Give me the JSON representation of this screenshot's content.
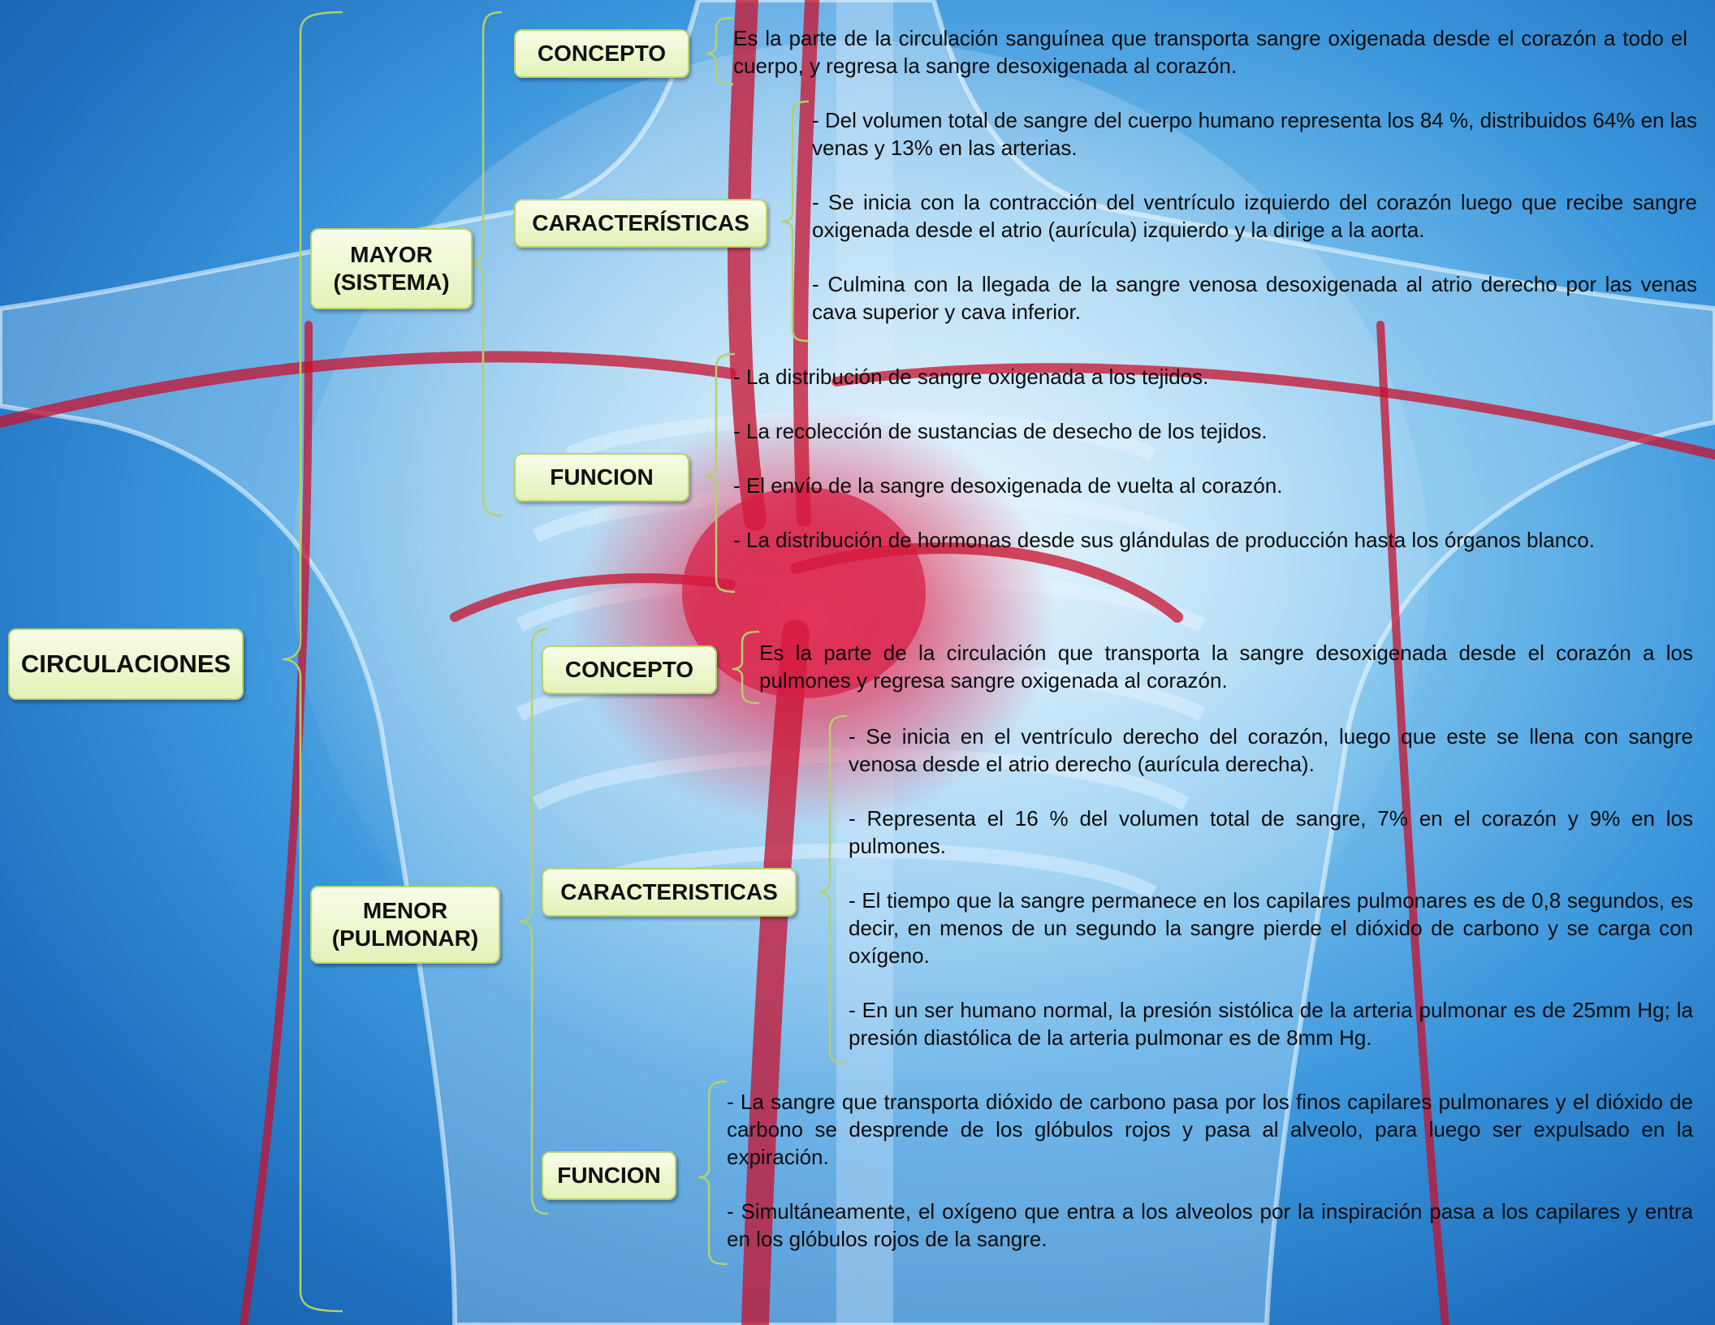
{
  "root": {
    "label": "CIRCULACIONES"
  },
  "mayor": {
    "label_line1": "MAYOR",
    "label_line2": "(SISTEMA)",
    "concepto": {
      "label": "CONCEPTO",
      "text": "Es la parte de la circulación sanguínea que transporta sangre oxigenada desde el corazón a todo el cuerpo, y regresa la sangre desoxigenada al corazón."
    },
    "caracteristicas": {
      "label": "CARACTERÍSTICAS",
      "items": [
        "- Del volumen total de sangre del cuerpo humano representa los 84 %, distribuidos 64% en las venas y 13% en las arterias.",
        "- Se inicia con la contracción del ventrículo izquierdo del corazón luego que recibe sangre oxigenada desde el atrio (aurícula) izquierdo y la dirige a la aorta.",
        "- Culmina con la llegada de la sangre venosa desoxigenada al atrio derecho por las venas cava superior y cava inferior."
      ]
    },
    "funcion": {
      "label": "FUNCION",
      "items": [
        "- La distribución de sangre oxigenada a los tejidos.",
        "- La recolección de sustancias de desecho de los tejidos.",
        "- El envío de la sangre desoxigenada de vuelta al corazón.",
        "- La distribución de hormonas desde sus glándulas de producción hasta los órganos blanco."
      ]
    }
  },
  "menor": {
    "label_line1": "MENOR",
    "label_line2": "(PULMONAR)",
    "concepto": {
      "label": "CONCEPTO",
      "text": "Es la parte de la circulación que transporta la sangre desoxigenada desde el corazón a los pulmones y regresa sangre oxigenada al corazón."
    },
    "caracteristicas": {
      "label": "CARACTERISTICAS",
      "items": [
        "- Se inicia en el ventrículo derecho del corazón, luego que este se llena con sangre venosa desde el atrio derecho (aurícula derecha).",
        "- Representa el 16 % del volumen total de sangre, 7% en el corazón y 9% en los pulmones.",
        "- El tiempo que la sangre permanece en los capilares pulmonares es de 0,8 segundos, es decir, en menos de un segundo la sangre pierde el dióxido de carbono y se carga con oxígeno.",
        "- En un ser humano normal, la presión sistólica de la arteria pulmonar es de 25mm Hg; la presión diastólica de la arteria pulmonar es de 8mm Hg."
      ]
    },
    "funcion": {
      "label": "FUNCION",
      "items": [
        "- La sangre que transporta dióxido de carbono pasa por los finos capilares pulmonares y el dióxido de carbono se desprende de los glóbulos rojos y pasa al alveolo, para luego ser expulsado en la expiración.",
        "- Simultáneamente, el oxígeno que entra a los alveolos por la inspiración pasa a los capilares y entra en los glóbulos rojos de la sangre."
      ]
    }
  },
  "colors": {
    "node_fill": "#eef7d0",
    "node_border": "#b8d46c",
    "bracket": "#b5d06a",
    "vessel": "#c8102e",
    "background": "#3b96dc"
  }
}
